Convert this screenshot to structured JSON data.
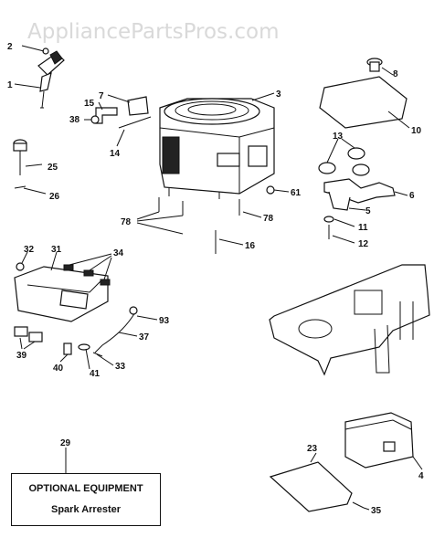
{
  "watermark": "AppliancePartsPros.com",
  "callouts": {
    "p1": "1",
    "p2": "2",
    "p3": "3",
    "p4": "4",
    "p5": "5",
    "p6": "6",
    "p7": "7",
    "p8": "8",
    "p10": "10",
    "p11": "11",
    "p12": "12",
    "p13": "13",
    "p14": "14",
    "p15": "15",
    "p16": "16",
    "p23": "23",
    "p25": "25",
    "p26": "26",
    "p29": "29",
    "p31": "31",
    "p32": "32",
    "p33": "33",
    "p34": "34",
    "p35": "35",
    "p37": "37",
    "p38": "38",
    "p39": "39",
    "p40": "40",
    "p41": "41",
    "p61": "61",
    "p78a": "78",
    "p78b": "78",
    "p93": "93"
  },
  "optional_box": {
    "title": "OPTIONAL EQUIPMENT",
    "subtitle": "Spark Arrester"
  }
}
